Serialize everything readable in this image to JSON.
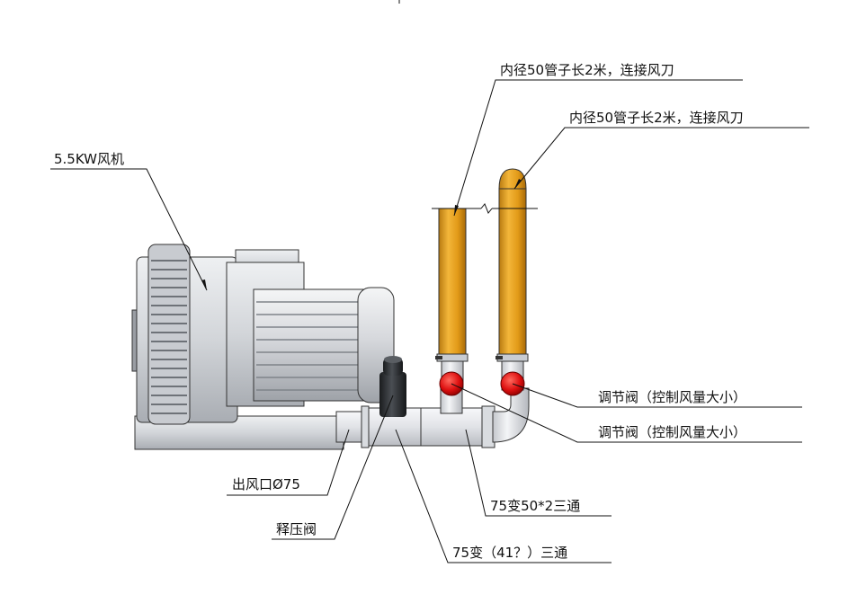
{
  "labels": {
    "blower": "5.5KW风机",
    "hose_top": "内径50管子长2米，连接风刀",
    "hose_second": "内径50管子长2米，连接风刀",
    "valve_1": "调节阀（控制风量大小）",
    "valve_2": "调节阀（控制风量大小）",
    "outlet": "出风口Ø75",
    "relief_valve": "释压阀",
    "tee_50x2": "75变50*2三通",
    "tee_41": "75变（41？）三通"
  },
  "colors": {
    "hose": "#e8a31c",
    "valve": "#dd1010",
    "pipe": "#e4e6ea",
    "blower_body": "#d3d5d9",
    "relief_valve": "#2a2d30"
  }
}
